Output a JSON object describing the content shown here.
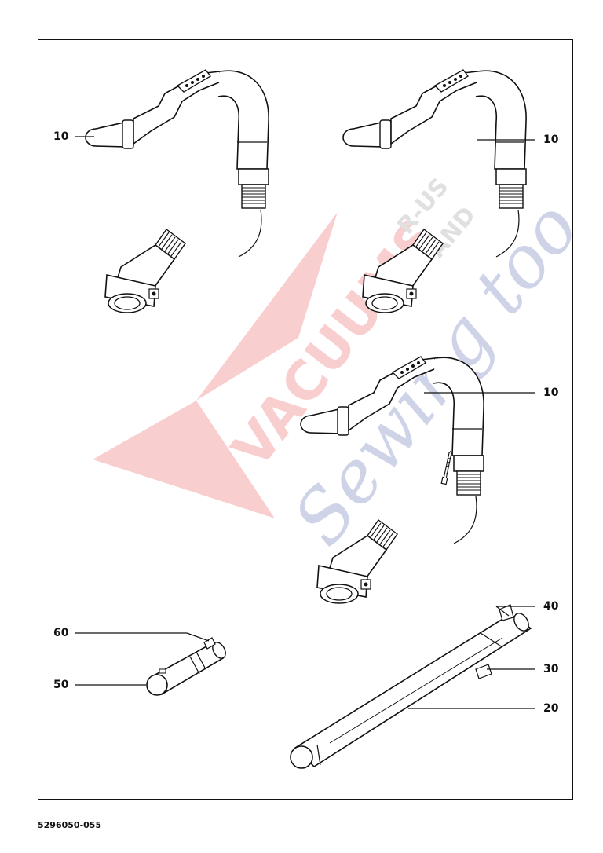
{
  "callouts": {
    "hose_top_left": "10",
    "hose_top_right": "10",
    "hose_middle": "10",
    "part_40": "40",
    "part_30": "30",
    "part_20": "20",
    "part_60": "60",
    "part_50": "50"
  },
  "document_number": "5296050-055",
  "watermark": {
    "word_main": "VACUUMS",
    "word_script": "Sewing too",
    "word_small_a": "R-US",
    "word_small_b": "AND",
    "color_red": "#e8232a",
    "color_blue": "#2b3d9b",
    "color_gray": "#777777"
  },
  "colors": {
    "line": "#111111",
    "background": "#ffffff"
  }
}
